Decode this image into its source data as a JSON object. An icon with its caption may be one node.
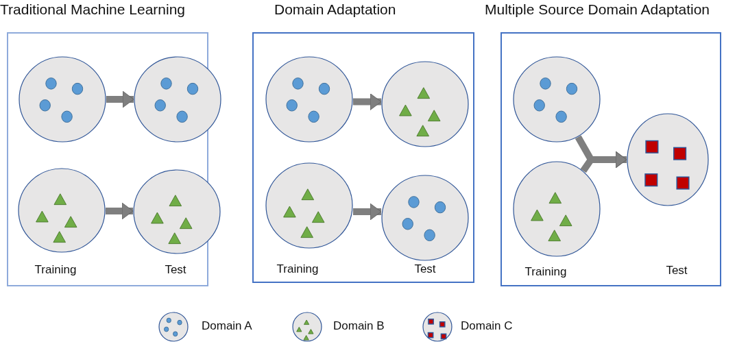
{
  "diagram": {
    "nodes": [
      {
        "text": [
          "Traditional Machine Learning"
        ]
      },
      {
        "text": [],
        "shape": "circle",
        "in": 0
      },
      {
        "text": [],
        "shape": "circle",
        "in": 0
      },
      {
        "text": [],
        "shape": "circle",
        "in": 0
      },
      {
        "text": [],
        "shape": "circle",
        "in": 0
      },
      {
        "text": [
          "Domain Adaptation"
        ]
      },
      {
        "text": [],
        "shape": "circle",
        "in": 5
      },
      {
        "text": [],
        "shape": "circle",
        "in": 5
      },
      {
        "text": [],
        "shape": "circle",
        "in": 5
      },
      {
        "text": [],
        "shape": "circle",
        "in": 5
      },
      {
        "text": [
          "Multiple Source Domain Adaptation"
        ]
      },
      {
        "text": [],
        "shape": "circle",
        "in": 10
      },
      {
        "text": [],
        "shape": "circle",
        "in": 10
      },
      {
        "text": [],
        "shape": "circle",
        "in": 10
      }
    ],
    "edges": [
      {
        "from": 1,
        "to": 2,
        "arrow": "to"
      },
      {
        "from": 3,
        "to": 4,
        "arrow": "to"
      },
      {
        "from": 6,
        "to": 7,
        "arrow": "to"
      },
      {
        "from": 8,
        "to": 9,
        "arrow": "to"
      },
      {
        "from": 11,
        "to": 13,
        "arrow": "to"
      },
      {
        "from": 12,
        "to": 13,
        "arrow": "to"
      }
    ],
    "labels": [
      "Training",
      "Test",
      "Training",
      "Test",
      "Training",
      "Test"
    ],
    "legend": [
      {
        "text": "Domain A"
      },
      {
        "text": "Domain B"
      },
      {
        "text": "Domain C"
      }
    ]
  }
}
